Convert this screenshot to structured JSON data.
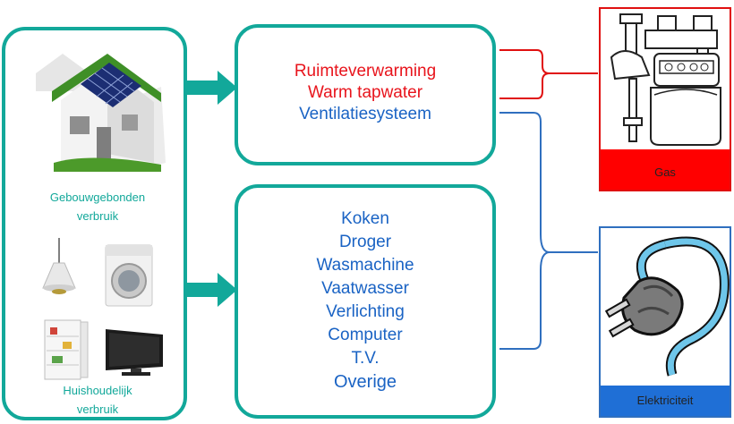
{
  "left_panel": {
    "label_top": [
      "Gebouwgebonden",
      "verbruik"
    ],
    "label_bottom": [
      "Huishoudelijk",
      "verbruik"
    ]
  },
  "top_box": {
    "lines": [
      {
        "text": "Ruimteverwarming",
        "color": "#e8141c"
      },
      {
        "text": "Warm tapwater",
        "color": "#e8141c"
      },
      {
        "text": "Ventilatiesysteem",
        "color": "#1a63c4"
      }
    ]
  },
  "bottom_box": {
    "lines": [
      "Koken",
      "Droger",
      "Wasmachine",
      "Vaatwasser",
      "Verlichting",
      "Computer",
      "T.V.",
      "Overige"
    ],
    "color": "#1a63c4"
  },
  "gas": {
    "label": "Gas",
    "color": "#ff0000"
  },
  "electricity": {
    "label": "Elektriciteit",
    "color": "#1f6fd6"
  },
  "colors": {
    "teal": "#12a89a",
    "red_brace": "#e01010",
    "blue_brace": "#2f6fbf"
  }
}
